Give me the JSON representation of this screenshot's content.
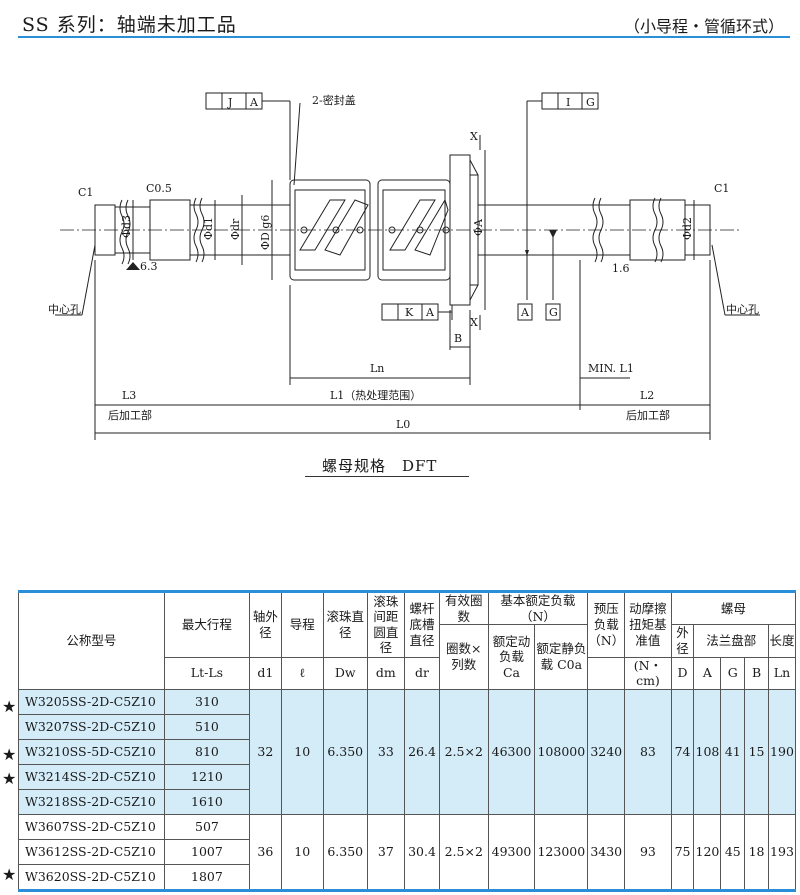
{
  "header": {
    "title": "SS 系列：轴端未加工品",
    "subtitle": "（小导程・管循环式）"
  },
  "drawing": {
    "labels": {
      "tol_j": "J",
      "tol_a1": "A",
      "seal": "2-密封盖",
      "tol_i": "I",
      "tol_g1": "G",
      "c1_left": "C1",
      "c05": "C0.5",
      "c1_right": "C1",
      "phi_d3": "Φd3",
      "phi_d1": "Φd1",
      "phi_dr": "Φdr",
      "phi_d0g6": "ΦD g6",
      "phi_a": "ΦA",
      "phi_d2": "Φd2",
      "rough_63": "6.3",
      "rough_16": "1.6",
      "x_top": "X",
      "x_bot": "X",
      "center_hole_left": "中心孔",
      "center_hole_right": "中心孔",
      "tol_k": "K",
      "tol_a2": "A",
      "datum_a": "A",
      "datum_g": "G",
      "b": "B",
      "ln": "Ln",
      "min_l1": "MIN. L1",
      "l3": "L3",
      "l1": "L1（热处理范围）",
      "l2": "L2",
      "post_left": "后加工部",
      "post_right": "后加工部",
      "l0": "L0"
    },
    "caption": "螺母规格　DFT"
  },
  "table": {
    "headers": {
      "model": "公称型号",
      "max_stroke": "最大行程",
      "shaft_od": "轴外径",
      "lead": "导程",
      "ball_dia": "滚珠直径",
      "pcd": "滚珠间距圆直径",
      "root_dia": "螺杆底槽直径",
      "turns": "有效圈数",
      "turns_sub": "圈数×列数",
      "load": "基本额定负载（N）",
      "dyn": "额定动负载 Ca",
      "stat": "额定静负载 C0a",
      "preload": "预压负载（N）",
      "torque": "动摩擦扭矩基准值",
      "torque_unit": "(N・cm)",
      "nut": "螺母",
      "nut_od": "外径",
      "flange": "法兰盘部",
      "length": "长度",
      "u_stroke": "Lt-Ls",
      "u_d1": "d1",
      "u_lead": "ℓ",
      "u_dw": "Dw",
      "u_dm": "dm",
      "u_dr": "dr",
      "u_D": "D",
      "u_A": "A",
      "u_G": "G",
      "u_B": "B",
      "u_Ln": "Ln"
    },
    "group1": {
      "rows": [
        {
          "star": "★",
          "model": "W3205SS-2D-C5Z10",
          "stroke": "310"
        },
        {
          "star": "",
          "model": "W3207SS-2D-C5Z10",
          "stroke": "510"
        },
        {
          "star": "★",
          "model": "W3210SS-5D-C5Z10",
          "stroke": "810"
        },
        {
          "star": "★",
          "model": "W3214SS-2D-C5Z10",
          "stroke": "1210"
        },
        {
          "star": "",
          "model": "W3218SS-2D-C5Z10",
          "stroke": "1610"
        }
      ],
      "d1": "32",
      "lead": "10",
      "dw": "6.350",
      "dm": "33",
      "dr": "26.4",
      "turns": "2.5×2",
      "ca": "46300",
      "c0a": "108000",
      "preload": "3240",
      "torque": "83",
      "D": "74",
      "A": "108",
      "G": "41",
      "B": "15",
      "Ln": "190"
    },
    "group2": {
      "rows": [
        {
          "star": "",
          "model": "W3607SS-2D-C5Z10",
          "stroke": "507"
        },
        {
          "star": "",
          "model": "W3612SS-2D-C5Z10",
          "stroke": "1007"
        },
        {
          "star": "★",
          "model": "W3620SS-2D-C5Z10",
          "stroke": "1807"
        }
      ],
      "d1": "36",
      "lead": "10",
      "dw": "6.350",
      "dm": "37",
      "dr": "30.4",
      "turns": "2.5×2",
      "ca": "49300",
      "c0a": "123000",
      "preload": "3430",
      "torque": "93",
      "D": "75",
      "A": "120",
      "G": "45",
      "B": "18",
      "Ln": "193"
    }
  }
}
